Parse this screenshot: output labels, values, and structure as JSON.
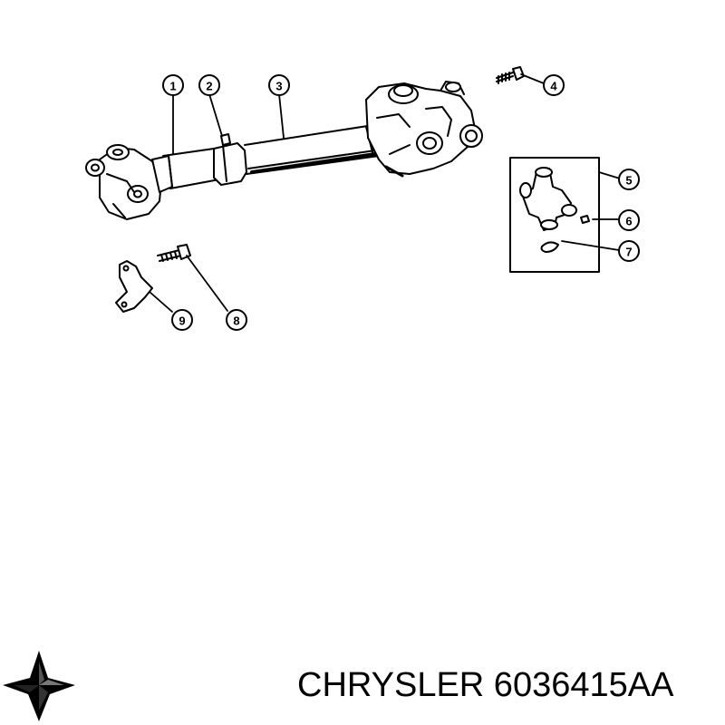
{
  "diagram": {
    "callouts": [
      {
        "id": "callout-1",
        "label": "1"
      },
      {
        "id": "callout-2",
        "label": "2"
      },
      {
        "id": "callout-3",
        "label": "3"
      },
      {
        "id": "callout-4",
        "label": "4"
      },
      {
        "id": "callout-5",
        "label": "5"
      },
      {
        "id": "callout-6",
        "label": "6"
      },
      {
        "id": "callout-7",
        "label": "7"
      },
      {
        "id": "callout-8",
        "label": "8"
      },
      {
        "id": "callout-9",
        "label": "9"
      }
    ]
  },
  "footer": {
    "brand": "CHRYSLER",
    "part_number": "6036415AA",
    "text": "CHRYSLER 6036415AA"
  },
  "logo": {
    "name": "chrysler-pentastar-logo"
  }
}
